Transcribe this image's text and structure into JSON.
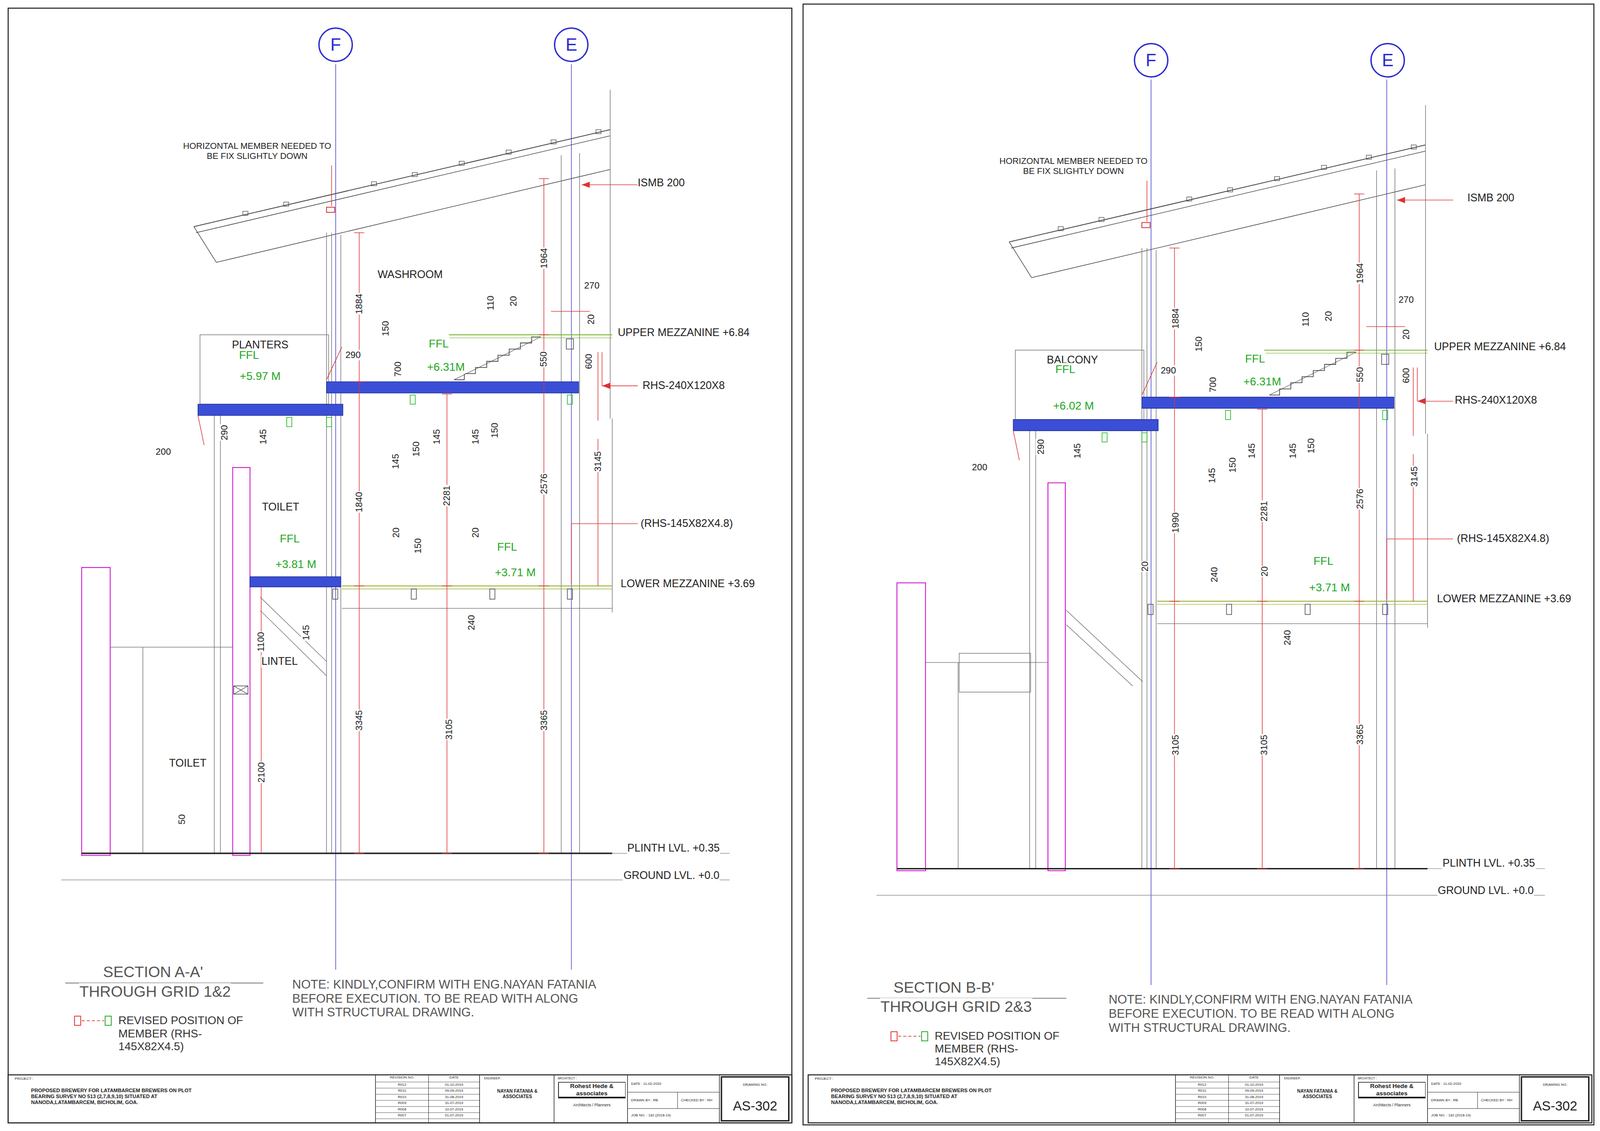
{
  "diagram": {
    "nodes": [
      {
        "text": [
          "F"
        ]
      },
      {
        "text": [
          "E"
        ]
      },
      {
        "text": [
          "F"
        ]
      },
      {
        "text": [
          "E"
        ]
      }
    ],
    "labels": [
      "HORIZONTAL MEMBER NEEDED TO BE FIX SLIGHTLY DOWN",
      "ISMB 200",
      "WASHROOM",
      "1884",
      "1964",
      "270",
      "110",
      "20",
      "20",
      "UPPER MEZZANINE +6.84",
      "PLANTERS",
      "FFL",
      "+5.97 M",
      "290",
      "150",
      "FFL",
      "+6.31M",
      "700",
      "550",
      "600",
      "RHS-240X120X8",
      "200",
      "290",
      "145",
      "145",
      "150",
      "145",
      "145",
      "150",
      "2281",
      "2576",
      "3145",
      "1840",
      "TOILET",
      "(RHS-145X82X4.8)",
      "FFL",
      "+3.81 M",
      "20",
      "150",
      "20",
      "FFL",
      "+3.71 M",
      "LOWER MEZZANINE +3.69",
      "145",
      "240",
      "1100",
      "LINTEL",
      "3345",
      "3105",
      "3365",
      "2100",
      "TOILET",
      "50",
      "PLINTH LVL. +0.35",
      "GROUND LVL. +0.0",
      "SECTION A-A'",
      "THROUGH GRID 1&2",
      "NOTE: KINDLY,CONFIRM WITH ENG.NAYAN FATANIA BEFORE EXECUTION. TO BE READ WITH ALONG WITH STRUCTURAL DRAWING.",
      "PROJECT :",
      "PROPOSED BREWERY FOR LATAMBARCEM BREWERS ON PLOT BEARING SURVEY NO 513 (2,7,8,9,10) SITUATED AT NANODA,LATAMBARCEM, BICHOLIM, GOA.",
      "REVISION NO.",
      "DATE",
      "R012",
      "01-10-2019",
      "R011",
      "09-09-2019",
      "R010",
      "31-08-2019",
      "R009",
      "31-07-2019",
      "R008",
      "10-07-2019",
      "R007",
      "01-07-2019",
      "ENGINEER :",
      "NAYAN FATANIA & ASSOCIATES",
      "ARCHITECT :",
      "Rohest Hede & associates",
      "Architects / Planners",
      "DATE : 11-02-2020",
      "DRAWN BY : RB",
      "CHECKED BY : RH",
      "JOB NO. : 162 (2018-19)",
      "DRAWING NO.",
      "AS-302",
      "HORIZONTAL MEMBER NEEDED TO BE FIX SLIGHTLY DOWN",
      "ISMB 200",
      "1884",
      "1964",
      "270",
      "110",
      "20",
      "20",
      "UPPER MEZZANINE +6.84",
      "BALCONY",
      "FFL",
      "+6.02 M",
      "290",
      "150",
      "FFL",
      "+6.31M",
      "700",
      "550",
      "600",
      "RHS-240X120X8",
      "200",
      "290",
      "145",
      "145",
      "150",
      "145",
      "145",
      "150",
      "1990",
      "2281",
      "2576",
      "3145",
      "(RHS-145X82X4.8)",
      "20",
      "240",
      "20",
      "FFL",
      "+3.71 M",
      "LOWER MEZZANINE +3.69",
      "240",
      "3105",
      "3105",
      "3365",
      "PLINTH LVL. +0.35",
      "GROUND LVL. +0.0",
      "SECTION B-B'",
      "THROUGH GRID 2&3",
      "NOTE: KINDLY,CONFIRM WITH ENG.NAYAN FATANIA BEFORE EXECUTION. TO BE READ WITH ALONG WITH STRUCTURAL DRAWING.",
      "PROJECT :",
      "PROPOSED BREWERY FOR LATAMBARCEM BREWERS ON PLOT BEARING SURVEY NO 513 (2,7,8,9,10) SITUATED AT NANODA,LATAMBARCEM, BICHOLIM, GOA.",
      "REVISION NO.",
      "DATE",
      "R012",
      "01-10-2019",
      "R011",
      "09-09-2019",
      "R010",
      "31-08-2019",
      "R009",
      "31-07-2019",
      "R008",
      "10-07-2019",
      "R007",
      "01-07-2019",
      "ENGINEER :",
      "NAYAN FATANIA & ASSOCIATES",
      "ARCHITECT :",
      "Rohest Hede & associates",
      "Architects / Planners",
      "DATE : 11-02-2020",
      "DRAWN BY : RB",
      "CHECKED BY : RH",
      "JOB NO. : 162 (2018-19)",
      "DRAWING NO.",
      "AS-302"
    ],
    "legend": [
      {
        "text": "REVISED POSITION OF MEMBER (RHS-145X82X4.5)"
      },
      {
        "text": "REVISED POSITION OF MEMBER (RHS-145X82X4.5)"
      }
    ]
  }
}
